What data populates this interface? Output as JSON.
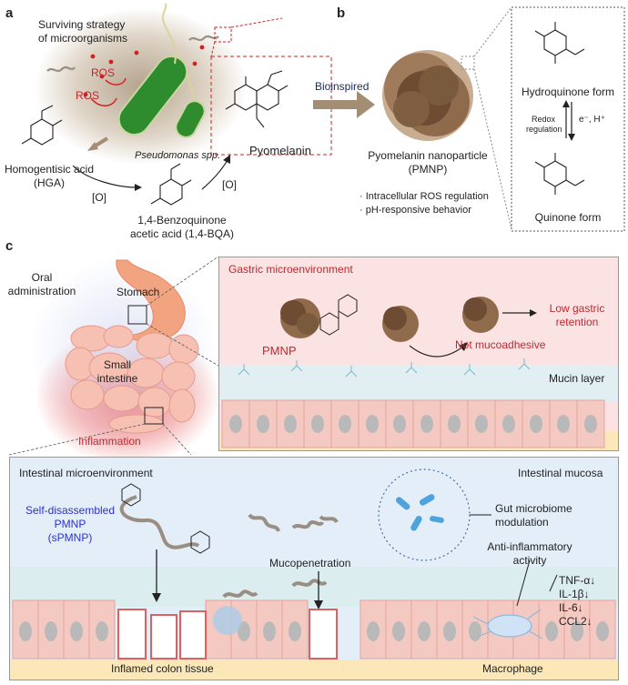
{
  "panel_a": {
    "letter": "a",
    "title_line1": "Surviving strategy",
    "title_line2": "of microorganisms",
    "ros_label": "ROS",
    "species": "Pseudomonas spp.",
    "hga_line1": "Homogentisic acid",
    "hga_line2": "(HGA)",
    "oxidation_label": "[O]",
    "bqa_line1": "1,4-Benzoquinone",
    "bqa_line2": "acetic acid (1,4-BQA)",
    "product": "Pyomelanin",
    "arrow_label": "Bioinspired"
  },
  "panel_b": {
    "letter": "b",
    "np_line1": "Pyomelanin nanoparticle",
    "np_line2": "(PMNP)",
    "feature1": "· Intracellular ROS regulation",
    "feature2": "· pH-responsive behavior",
    "hydroquinone": "Hydroquinone form",
    "redox_line1": "Redox",
    "redox_line2": "regulation",
    "electron_label": "e⁻, H⁺",
    "quinone": "Quinone form"
  },
  "panel_c": {
    "letter": "c",
    "oral_line1": "Oral",
    "oral_line2": "administration",
    "stomach": "Stomach",
    "intestine_line1": "Small",
    "intestine_line2": "intestine",
    "inflammation": "Inflammation",
    "gastric_title": "Gastric microenvironment",
    "pmnp": "PMNP",
    "not_mucoadhesive": "Not mucoadhesive",
    "low_retention_line1": "Low gastric",
    "low_retention_line2": "retention",
    "mucin_layer": "Mucin layer",
    "intestinal_title": "Intestinal microenvironment",
    "intestinal_mucosa": "Intestinal mucosa",
    "spmnp_line1": "Self-disassembled",
    "spmnp_line2": "PMNP",
    "spmnp_line3": "(sPMNP)",
    "microbiome_line1": "Gut microbiome",
    "microbiome_line2": "modulation",
    "anti_line1": "Anti-inflammatory",
    "anti_line2": "activity",
    "mucopenetration": "Mucopenetration",
    "cytokines": [
      "TNF-α↓",
      "IL-1β↓",
      "IL-6↓",
      "CCL2↓"
    ],
    "inflamed_tissue": "Inflamed colon tissue",
    "macrophage": "Macrophage"
  },
  "colors": {
    "red_text": "#c0282d",
    "blue_text": "#2b30d8",
    "bacteria_green": "#2e8b2e",
    "pmnp_brown": "#7a5a3c",
    "gastric_bg": "#fbe3e4",
    "intestinal_bg": "#e3eef9",
    "tissue_pink": "#f4c9c2",
    "nucleus_gray": "#b9b9b9",
    "arrow_brown": "#a48d75"
  }
}
